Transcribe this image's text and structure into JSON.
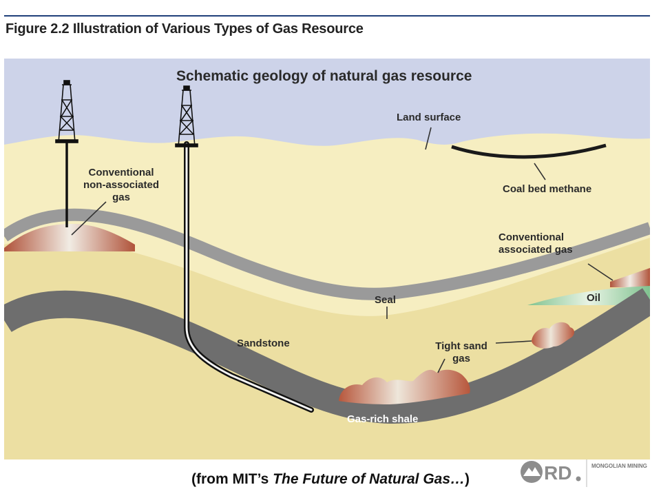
{
  "figure": {
    "title": "Figure 2.2  Illustration of Various Types of Gas Resource"
  },
  "diagram": {
    "heading": "Schematic geology of natural gas resource",
    "labels": {
      "land_surface": "Land surface",
      "coal_bed_methane": "Coal bed methane",
      "conventional_non_associated_1": "Conventional",
      "conventional_non_associated_2": "non-associated",
      "conventional_non_associated_3": "gas",
      "conventional_associated_1": "Conventional",
      "conventional_associated_2": "associated gas",
      "oil": "Oil",
      "seal": "Seal",
      "sandstone": "Sandstone",
      "tight_sand_1": "Tight sand",
      "tight_sand_2": "gas",
      "gas_rich_shale": "Gas-rich shale"
    },
    "colors": {
      "sky": "#cdd3e9",
      "upper_layer": "#f6eec1",
      "lower_layer": "#ecdfa2",
      "seal_gray": "#9a9a9a",
      "shale_gray": "#6e6e6e",
      "gas_brown": "#b5583a",
      "oil_green": "#8cc89a"
    }
  },
  "caption": {
    "prefix": "(from MIT’s ",
    "italic": "The Future of Natural Gas…",
    "suffix": ")"
  },
  "logo": {
    "mark": "RD",
    "text": "MONGOLIAN MINING"
  }
}
